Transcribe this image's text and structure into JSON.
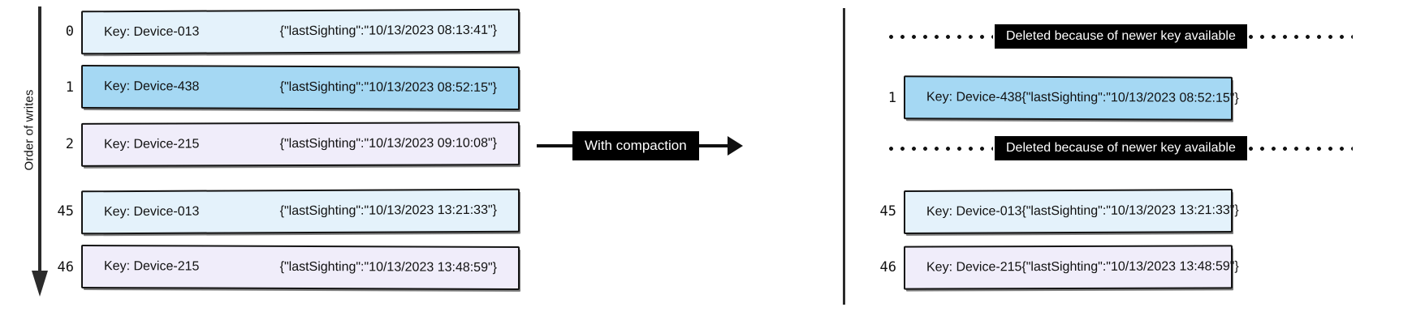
{
  "diagram": {
    "axis_label": "Order of writes",
    "transition_label": "With compaction",
    "deleted_note": "Deleted because of newer key available",
    "colors": {
      "pale_blue": "#e4f2fb",
      "strong_blue": "#a5d8f3",
      "lavender": "#f0edfa",
      "stroke": "#141414",
      "banner_bg": "#000000",
      "banner_fg": "#ffffff"
    }
  },
  "left_panel": {
    "rows": [
      {
        "index": "0",
        "key": "Key: Device-013",
        "value": "{\"lastSighting\":\"10/13/2023 08:13:41\"}",
        "fill": "pale_blue"
      },
      {
        "index": "1",
        "key": "Key: Device-438",
        "value": "{\"lastSighting\":\"10/13/2023 08:52:15\"}",
        "fill": "strong_blue"
      },
      {
        "index": "2",
        "key": "Key: Device-215",
        "value": "{\"lastSighting\":\"10/13/2023 09:10:08\"}",
        "fill": "lavender"
      },
      {
        "index": "45",
        "key": "Key: Device-013",
        "value": "{\"lastSighting\":\"10/13/2023 13:21:33\"}",
        "fill": "pale_blue"
      },
      {
        "index": "46",
        "key": "Key: Device-215",
        "value": "{\"lastSighting\":\"10/13/2023 13:48:59\"}",
        "fill": "lavender"
      }
    ]
  },
  "right_panel": {
    "notes": [
      {
        "text": "Deleted because of newer key available"
      },
      {
        "text": "Deleted because of newer key available"
      }
    ],
    "rows": [
      {
        "index": "1",
        "key": "Key: Device-438",
        "value": "{\"lastSighting\":\"10/13/2023 08:52:15\"}",
        "fill": "strong_blue"
      },
      {
        "index": "45",
        "key": "Key: Device-013",
        "value": "{\"lastSighting\":\"10/13/2023 13:21:33\"}",
        "fill": "pale_blue"
      },
      {
        "index": "46",
        "key": "Key: Device-215",
        "value": "{\"lastSighting\":\"10/13/2023 13:48:59\"}",
        "fill": "lavender"
      }
    ]
  }
}
